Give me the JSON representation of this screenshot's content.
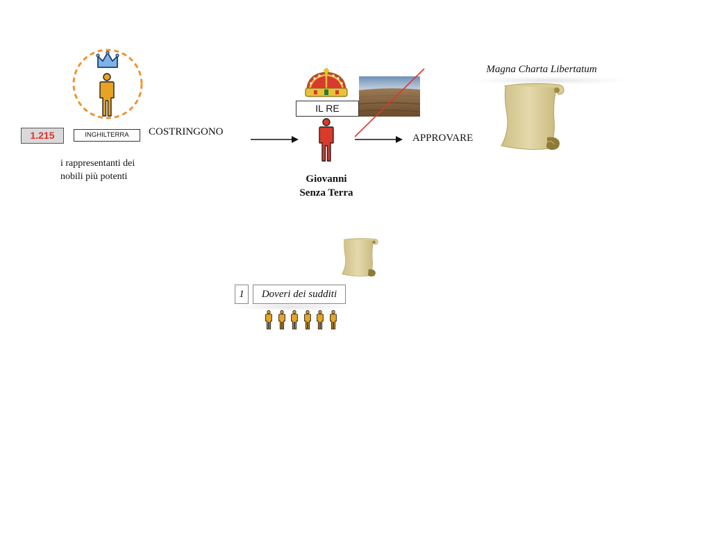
{
  "year": "1.215",
  "country": "INGHILTERRA",
  "verb_force": "COSTRINGONO",
  "subject": {
    "line1": "i rappresentanti dei",
    "line2": "nobili più potenti"
  },
  "king": {
    "label": "IL RE",
    "name_line1": "Giovanni",
    "name_line2": "Senza Terra"
  },
  "verb_approve": "APPROVARE",
  "document": {
    "title": "Magna Charta Libertatum"
  },
  "duties": {
    "number": "1",
    "label": "Doveri dei sudditi",
    "people_count": 6
  },
  "colors": {
    "noble_figure": "#e8a323",
    "king_figure": "#d93a2b",
    "crown_small": "#7fb2e8",
    "dashed_circle": "#f0922e",
    "year_text": "#e0302a",
    "parchment": "#dccf9c",
    "strike_line": "#d9362b"
  }
}
